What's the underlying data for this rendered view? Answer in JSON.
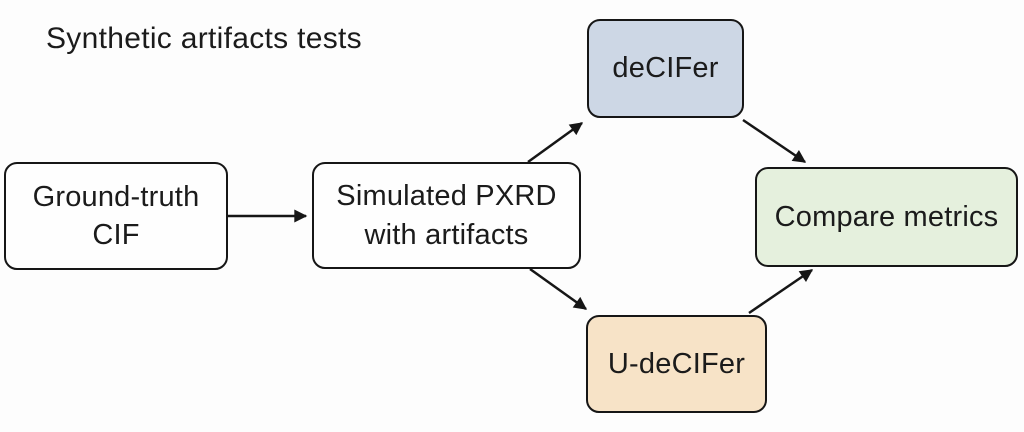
{
  "title": "Synthetic artifacts tests",
  "colors": {
    "background": "#fdfdfd",
    "stroke": "#161616",
    "text": "#1b1b1b",
    "plain_fill": "#fefefe",
    "decifer_fill": "#cdd7e5",
    "u_decifer_fill": "#f7e3c7",
    "compare_fill": "#e5f0dd"
  },
  "nodes": {
    "ground_truth": {
      "lines": [
        "Ground-truth",
        "CIF"
      ]
    },
    "simulated": {
      "lines": [
        "Simulated PXRD",
        "with artifacts"
      ]
    },
    "decifer": {
      "lines": [
        "deCIFer"
      ]
    },
    "u_decifer": {
      "lines": [
        "U-deCIFer"
      ]
    },
    "compare": {
      "lines": [
        "Compare metrics"
      ]
    }
  },
  "edges": [
    {
      "from": "ground_truth",
      "to": "simulated"
    },
    {
      "from": "simulated",
      "to": "decifer"
    },
    {
      "from": "simulated",
      "to": "u_decifer"
    },
    {
      "from": "decifer",
      "to": "compare"
    },
    {
      "from": "u_decifer",
      "to": "compare"
    }
  ]
}
